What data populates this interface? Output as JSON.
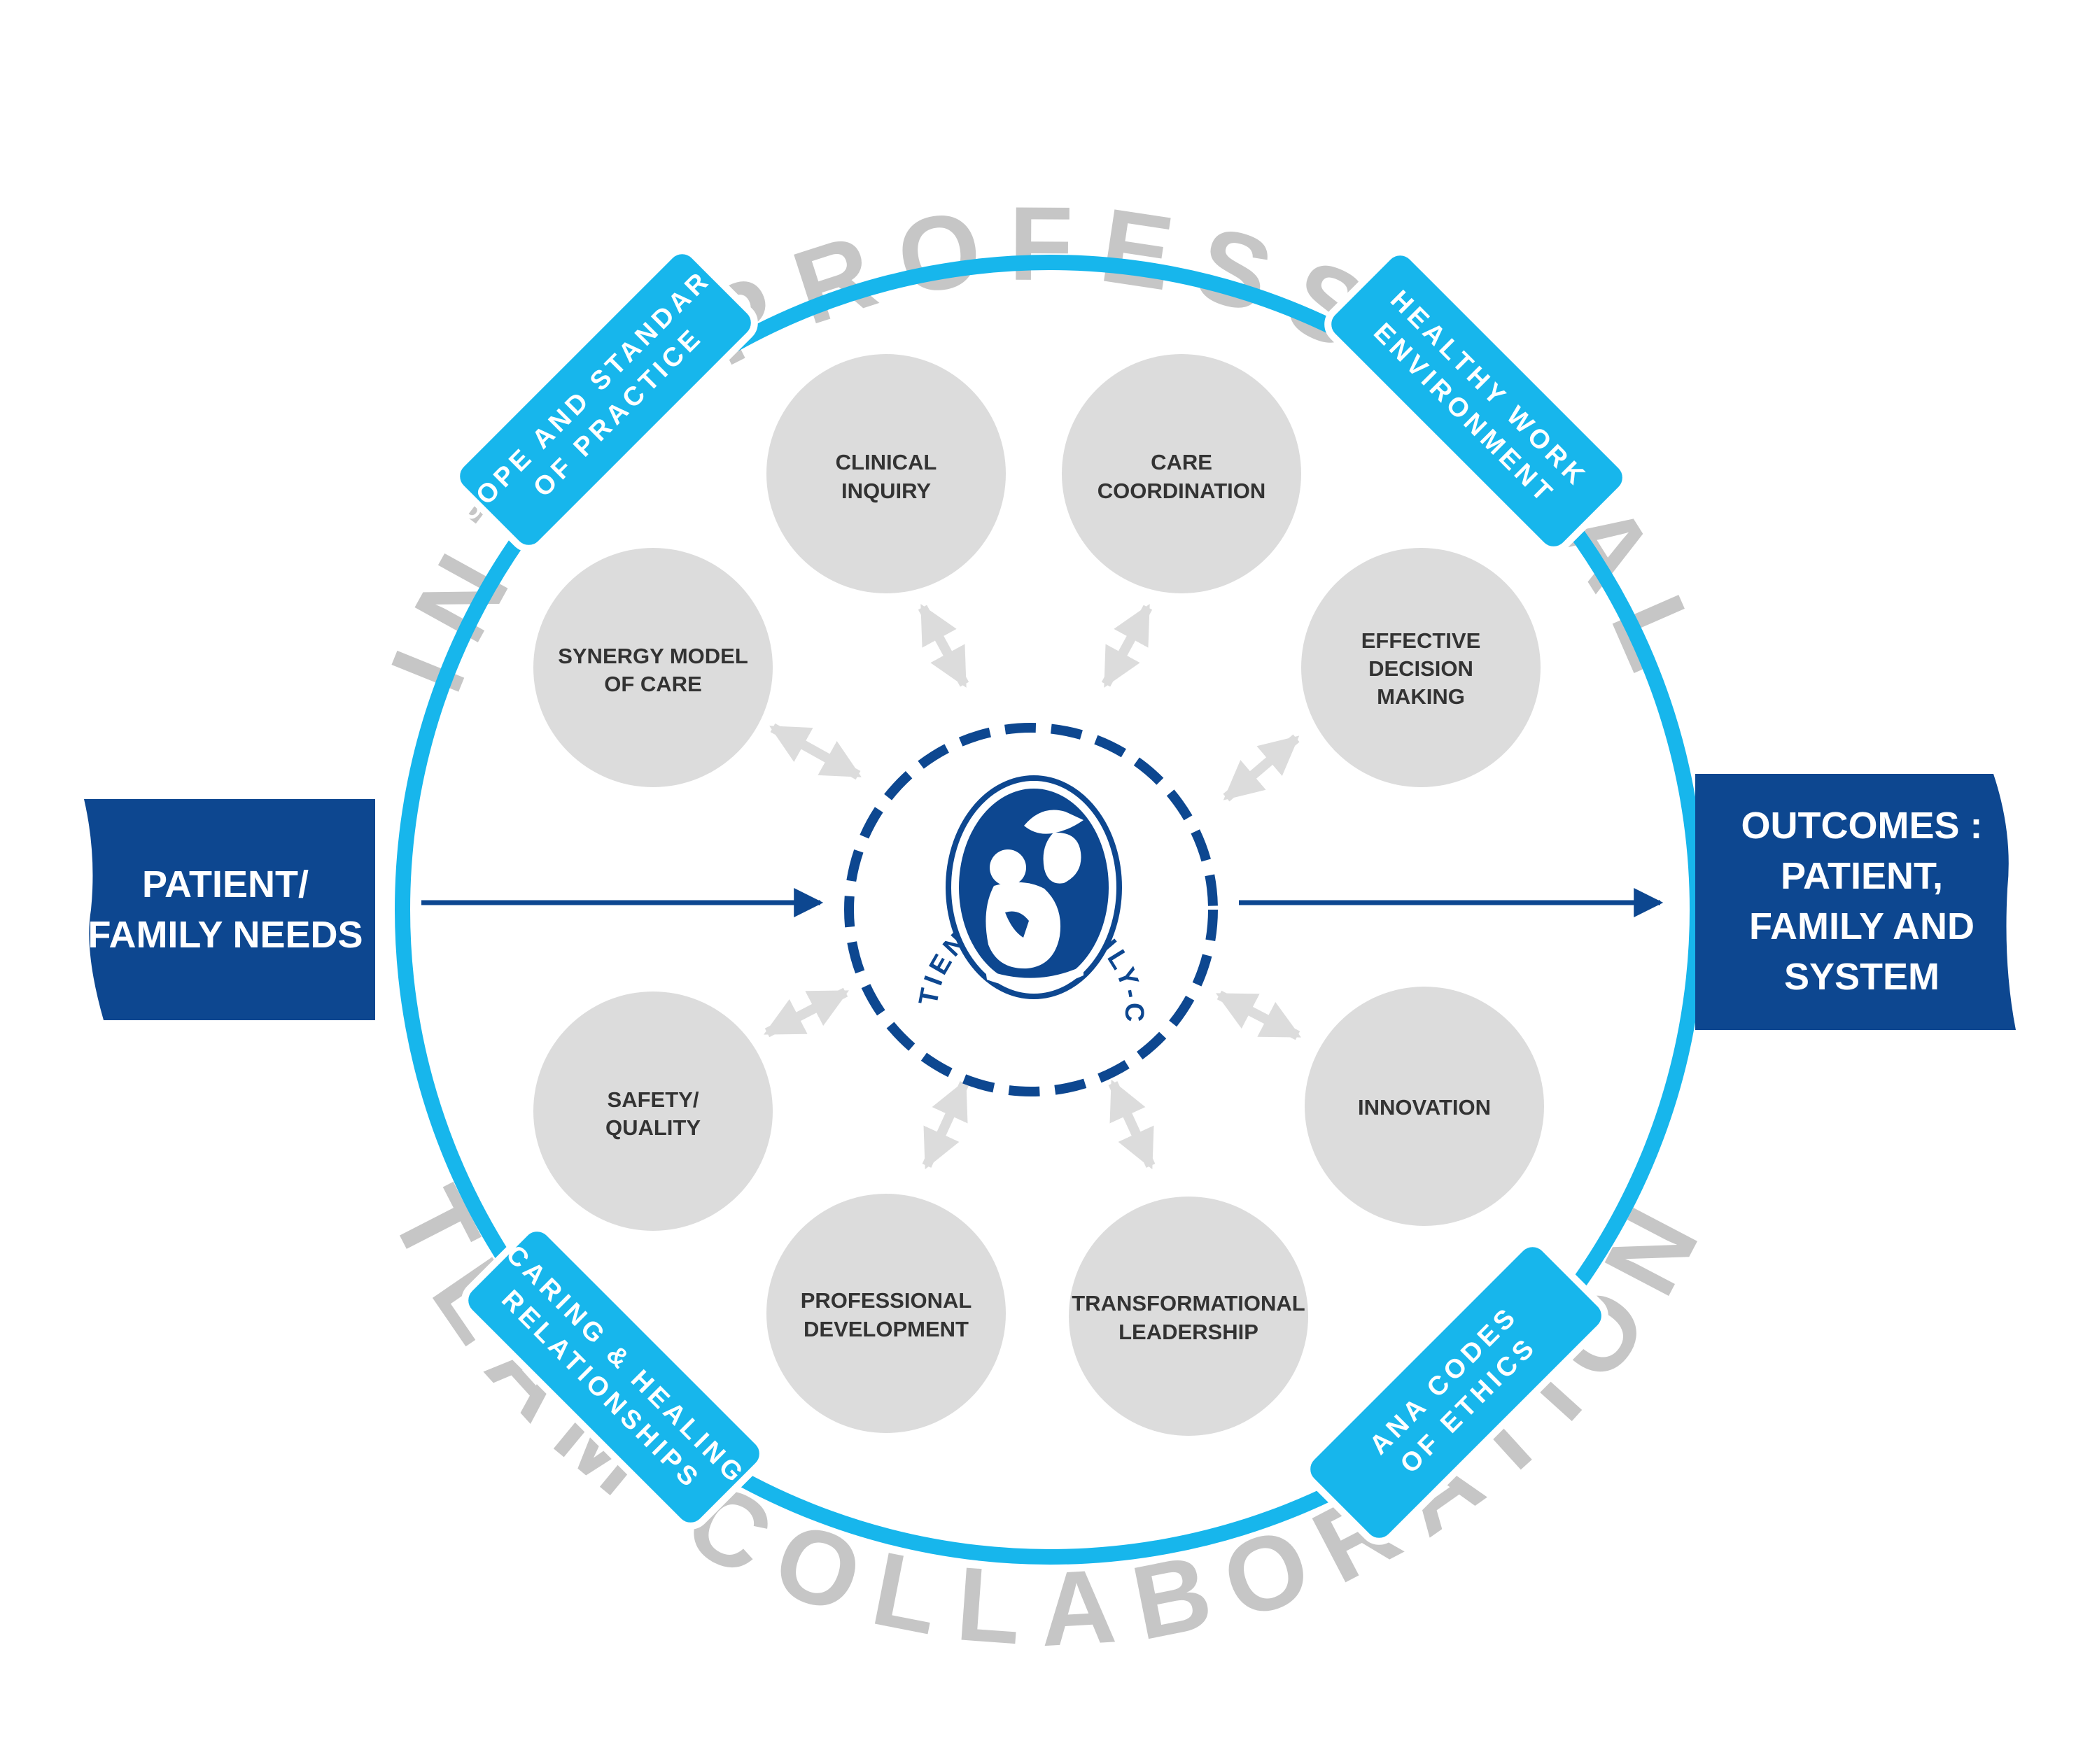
{
  "title_top": "INTERPROFESSIONAL",
  "title_bottom": "TEAM COLLABORATION",
  "input": {
    "line1": "PATIENT/",
    "line2": "FAMILY NEEDS"
  },
  "output": {
    "line1": "OUTCOMES :",
    "line2": "PATIENT,",
    "line3": "FAMILY AND",
    "line4": "SYSTEM"
  },
  "center_label": "DELIVERY OF PATIENT- & FAMILY-CENTERED CARE",
  "tabs": {
    "scope": {
      "line1": "SCOPE AND STANDARDS",
      "line2": "OF PRACTICE"
    },
    "healthy": {
      "line1": "HEALTHY WORK",
      "line2": "ENVIRONMENT"
    },
    "caring": {
      "line1": "CARING & HEALING",
      "line2": "RELATIONSHIPS"
    },
    "ana": {
      "line1": "ANA CODES",
      "line2": "OF ETHICS"
    }
  },
  "nodes": {
    "clinical": {
      "line1": "CLINICAL",
      "line2": "INQUIRY"
    },
    "care": {
      "line1": "CARE",
      "line2": "COORDINATION"
    },
    "synergy": {
      "line1": "SYNERGY MODEL",
      "line2": "OF CARE"
    },
    "effective": {
      "line1": "EFFECTIVE",
      "line2": "DECISION",
      "line3": "MAKING"
    },
    "safety": {
      "line1": "SAFETY/",
      "line2": "QUALITY"
    },
    "innovation": {
      "line1": "INNOVATION"
    },
    "professional": {
      "line1": "PROFESSIONAL",
      "line2": "DEVELOPMENT"
    },
    "transformational": {
      "line1": "TRANSFORMATIONAL",
      "line2": "LEADERSHIP"
    }
  },
  "colors": {
    "navy": "#0d4790",
    "sky": "#17b6ec",
    "node_gray": "#dcdcdc",
    "title_gray": "#c6c6c6",
    "arrow_gray": "#dcdcdc",
    "node_text": "#333333"
  },
  "icons": {
    "center_emblem": "nurse-holding-child-seal-icon"
  }
}
